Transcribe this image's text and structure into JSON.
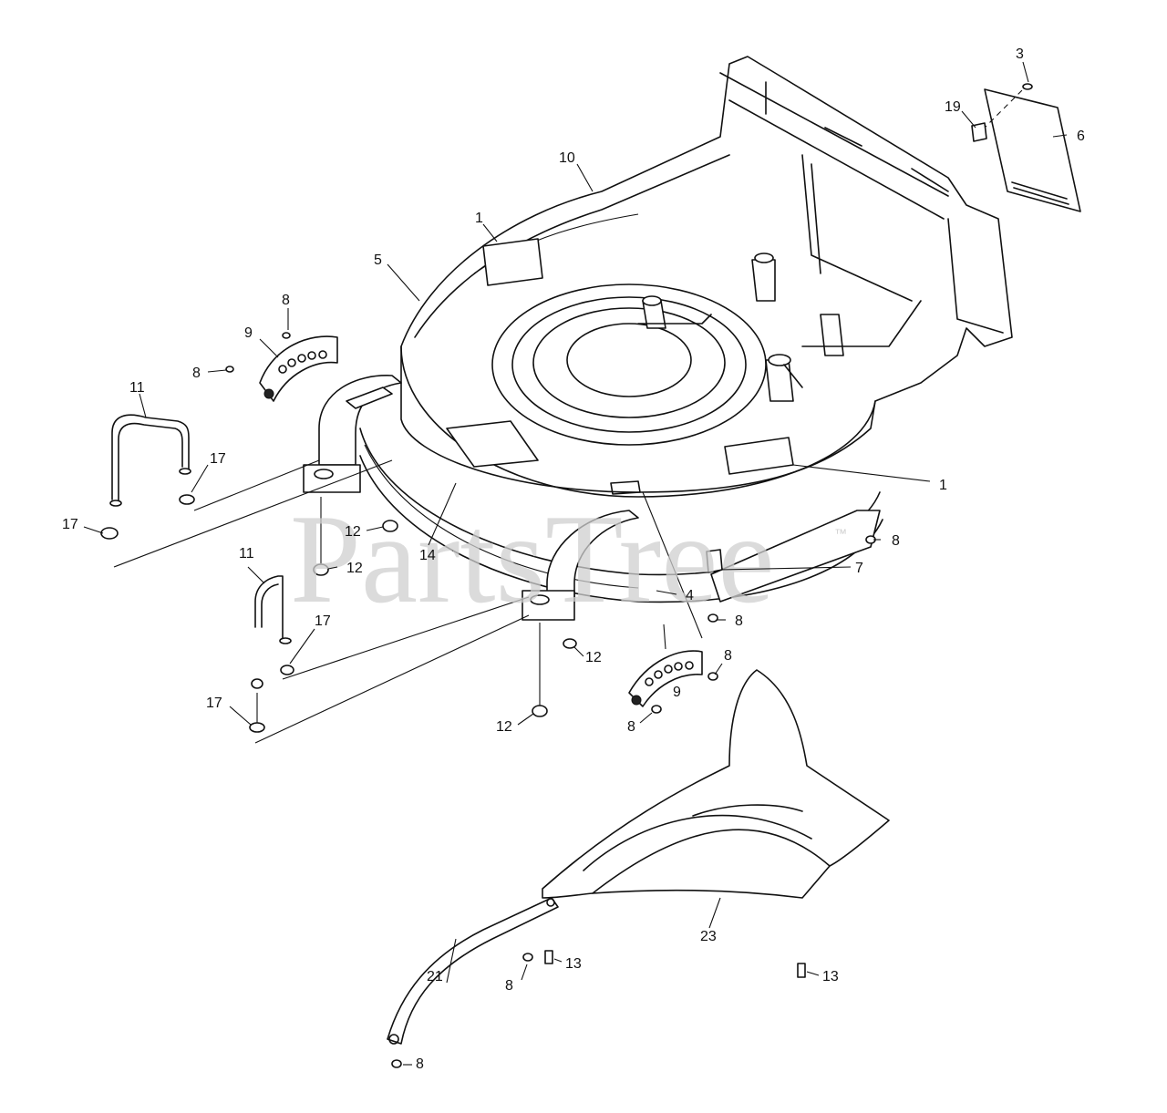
{
  "watermark": {
    "text": "PartsTree",
    "trademark": "™"
  },
  "callouts": [
    {
      "label": "3"
    },
    {
      "label": "19"
    },
    {
      "label": "6"
    },
    {
      "label": "10"
    },
    {
      "label": "1"
    },
    {
      "label": "5"
    },
    {
      "label": "8"
    },
    {
      "label": "9"
    },
    {
      "label": "8"
    },
    {
      "label": "11"
    },
    {
      "label": "17"
    },
    {
      "label": "17"
    },
    {
      "label": "1"
    },
    {
      "label": "12"
    },
    {
      "label": "12"
    },
    {
      "label": "14"
    },
    {
      "label": "8"
    },
    {
      "label": "7"
    },
    {
      "label": "11"
    },
    {
      "label": "17"
    },
    {
      "label": "4"
    },
    {
      "label": "8"
    },
    {
      "label": "12"
    },
    {
      "label": "8"
    },
    {
      "label": "9"
    },
    {
      "label": "17"
    },
    {
      "label": "12"
    },
    {
      "label": "8"
    },
    {
      "label": "21"
    },
    {
      "label": "23"
    },
    {
      "label": "13"
    },
    {
      "label": "8"
    },
    {
      "label": "13"
    },
    {
      "label": "8"
    }
  ]
}
